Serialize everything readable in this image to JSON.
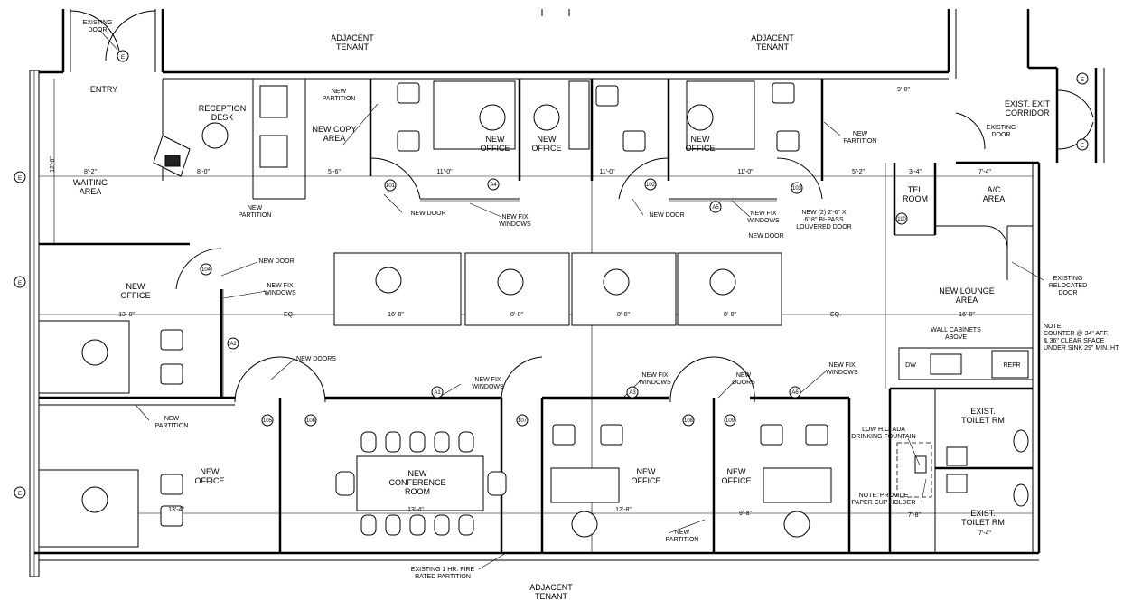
{
  "labels": {
    "adjacent_tenant": "ADJACENT\nTENANT",
    "existing_door": "EXISTING\nDOOR",
    "entry": "ENTRY",
    "reception_desk": "RECEPTION\nDESK",
    "waiting_area": "WAITING\nAREA",
    "new_partition": "NEW\nPARTITION",
    "new_copy_area": "NEW COPY\nAREA",
    "new_office": "NEW\nOFFICE",
    "new_door": "NEW DOOR",
    "new_fix_windows": "NEW FIX\nWINDOWS",
    "new_2_bipass": "NEW (2) 2'-6\" X\n6'-8\" BI-PASS\nLOUVERED DOOR",
    "tel_room": "TEL\nROOM",
    "ac_area": "A/C\nAREA",
    "exist_exit_corridor": "EXIST. EXIT\nCORRIDOR",
    "existing_relocated_door": "EXISTING\nRELOCATED\nDOOR",
    "new_lounge_area": "NEW LOUNGE\nAREA",
    "wall_cabinets_above": "WALL CABINETS\nABOVE",
    "counter_note": "NOTE:\nCOUNTER @ 34\" AFF.\n& 36\" CLEAR SPACE\nUNDER SINK 29\" MIN. HT.",
    "new_doors": "NEW DOORS",
    "new_doors_short": "NEW\nDOORS",
    "low_hc_ada": "LOW H.C. ADA\nDRINKING FOUNTAIN",
    "paper_cup_note": "NOTE: PROVIDE\nPAPER CUP HOLDER",
    "exist_toilet_rm": "EXIST.\nTOILET RM",
    "new_conference_room": "NEW\nCONFERENCE\nROOM",
    "existing_fire_partition": "EXISTING 1 HR. FIRE\nRATED PARTITION",
    "dw": "DW",
    "refr": "REFR"
  },
  "dimensions": [
    "12'-6\"",
    "8'-2\"",
    "8'-0\"",
    "5'-6\"",
    "11'-0\"",
    "11'-0\"",
    "11'-0\"",
    "5'-2\"",
    "3'-4\"",
    "7'-4\"",
    "9'-0\"",
    "13'-8\"",
    "16'-0\"",
    "8'-0\"",
    "8'-0\"",
    "8'-0\"",
    "16'-8\"",
    "13'-4\"",
    "13'-4\"",
    "12'-8\"",
    "9'-8\"",
    "7'-8\"",
    "7'-4\"",
    "EQ.",
    "EQ."
  ],
  "door_tags": [
    "101",
    "102",
    "103",
    "104",
    "105",
    "106",
    "107",
    "108",
    "109",
    "110"
  ],
  "window_tags": [
    "A1",
    "A2",
    "A3",
    "A4",
    "A5",
    "A6"
  ],
  "elevation_marks": [
    "E",
    "E",
    "E",
    "E",
    "E",
    "E"
  ]
}
